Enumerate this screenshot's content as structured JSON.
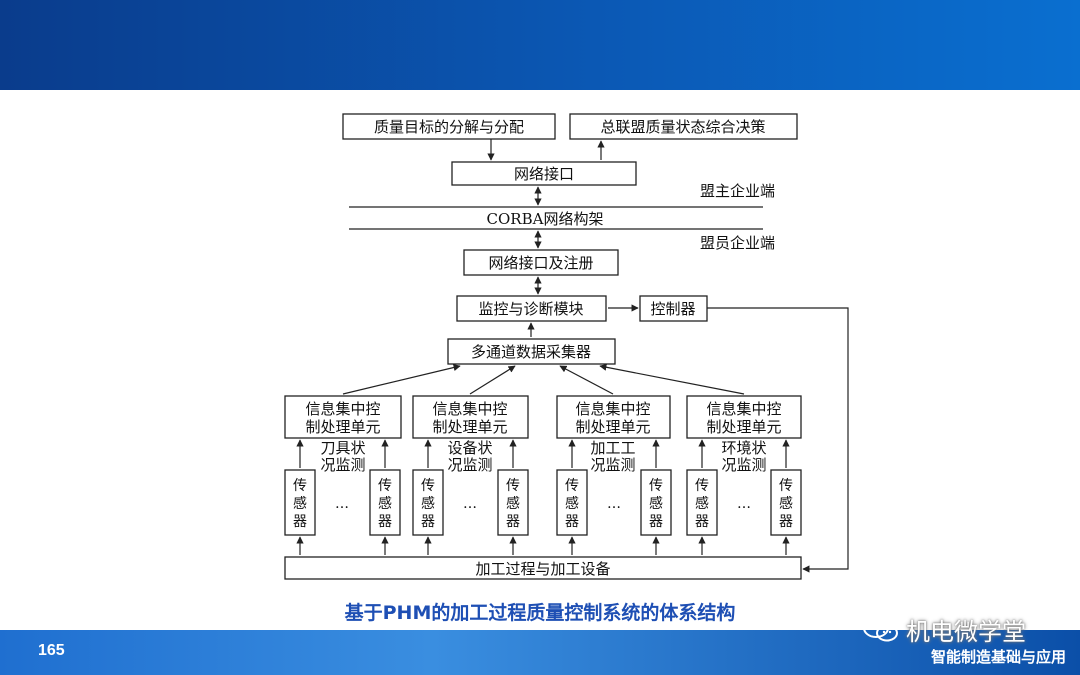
{
  "slide": {
    "page_number": "165",
    "caption": "基于PHM的加工过程质量控制系统的体系结构",
    "watermark": "机电微学堂",
    "footer_course": "智能制造基础与应用"
  },
  "diagram": {
    "quality_goal": "质量目标的分解与分配",
    "alliance_decision": "总联盟质量状态综合决策",
    "network_interface": "网络接口",
    "leader_side": "盟主企业端",
    "corba": "CORBA网络构架",
    "member_side": "盟员企业端",
    "network_register": "网络接口及注册",
    "monitor_diagnosis": "监控与诊断模块",
    "controller": "控制器",
    "collector": "多通道数据采集器",
    "units": [
      {
        "line1": "信息集中控",
        "line2": "制处理单元",
        "label1": "刀具状",
        "label2": "况监测"
      },
      {
        "line1": "信息集中控",
        "line2": "制处理单元",
        "label1": "设备状",
        "label2": "况监测"
      },
      {
        "line1": "信息集中控",
        "line2": "制处理单元",
        "label1": "加工工",
        "label2": "况监测"
      },
      {
        "line1": "信息集中控",
        "line2": "制处理单元",
        "label1": "环境状",
        "label2": "况监测"
      }
    ],
    "sensor": [
      "传",
      "感",
      "器"
    ],
    "ellipsis": "…",
    "process": "加工过程与加工设备"
  }
}
